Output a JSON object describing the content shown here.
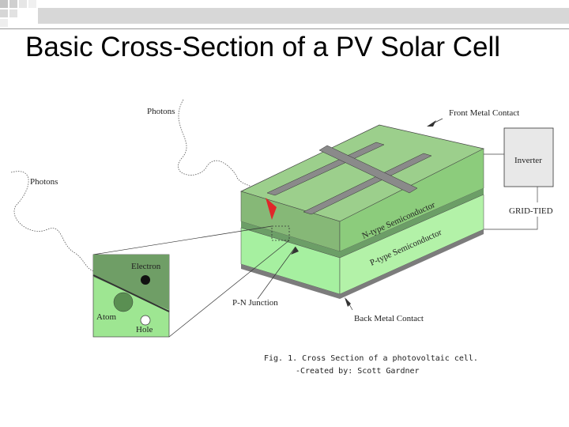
{
  "slide": {
    "title": "Basic Cross-Section of a PV Solar Cell"
  },
  "labels": {
    "photons_top": "Photons",
    "photons_left": "Photons",
    "front_metal_contact": "Front Metal Contact",
    "inverter": "Inverter",
    "grid_tied": "GRID-TIED",
    "n_type": "N-type Semiconductor",
    "p_type": "P-type Semiconductor",
    "pn_junction": "P-N Junction",
    "back_metal_contact": "Back Metal Contact",
    "electron": "Electron",
    "atom": "Atom",
    "hole": "Hole"
  },
  "caption": {
    "line1": "Fig. 1. Cross Section of a photovoltaic cell.",
    "line2": "-Created by: Scott Gardner"
  },
  "colors": {
    "n_layer_top": "#9ccf8c",
    "n_layer_side": "#86b877",
    "p_layer": "#a6f0a0",
    "junction_dark": "#6c9e67",
    "metal": "#8a8a8a",
    "inverter_fill": "#e8e8e8",
    "photon_arrow": "#e0262a",
    "inset_top": "#6f9e66",
    "inset_bottom": "#9ee692"
  }
}
